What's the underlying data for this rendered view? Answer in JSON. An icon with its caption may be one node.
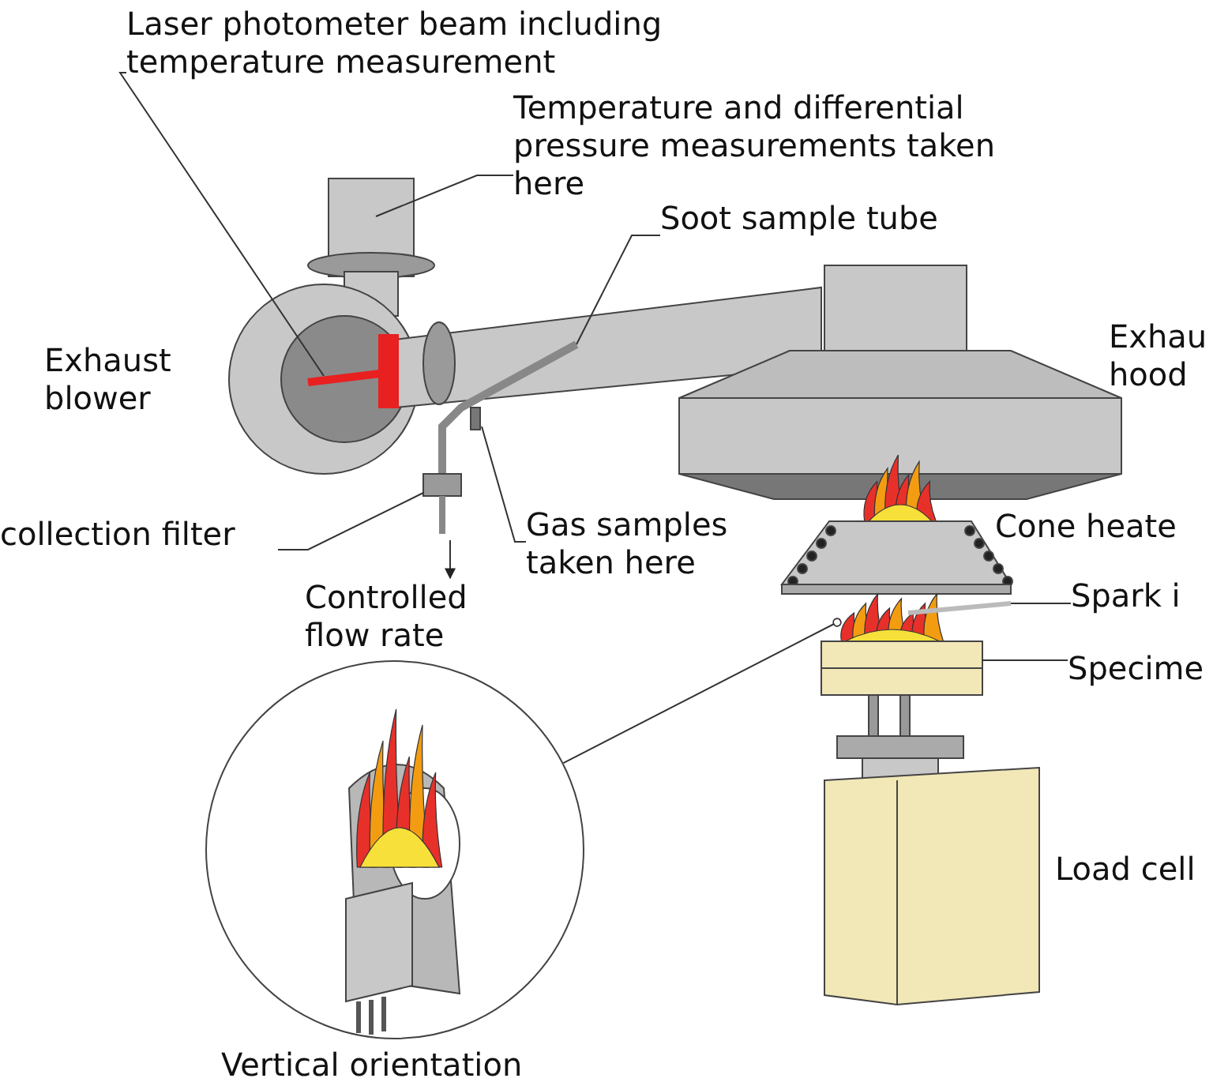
{
  "diagram": {
    "nodes": [
      {
        "text": [
          "Laser photometer beam including temperature measurement"
        ]
      },
      {
        "text": [
          "Temperature and differential pressure measurements taken here"
        ]
      },
      {
        "text": [
          "Soot sample tube"
        ]
      },
      {
        "text": [
          "collection filter"
        ]
      },
      {
        "text": [
          "Gas samples taken here"
        ]
      },
      {
        "text": [
          "Controlled flow rate"
        ]
      },
      {
        "text": [
          "Spark i"
        ]
      },
      {
        "text": [
          "Specime"
        ]
      },
      {
        "text": [],
        "shape": "circle",
        "beside": [
          "Vertical orientation"
        ]
      }
    ],
    "edges": [
      {
        "from": 0,
        "to": null,
        "arrow": "none"
      },
      {
        "from": 1,
        "to": null,
        "arrow": "none"
      },
      {
        "from": 2,
        "to": null,
        "arrow": "none"
      },
      {
        "from": 3,
        "to": null,
        "arrow": "none"
      },
      {
        "from": 4,
        "to": null,
        "arrow": "none"
      },
      {
        "from": null,
        "to": 5,
        "arrow": "to"
      },
      {
        "from": 6,
        "to": null,
        "arrow": "none"
      },
      {
        "from": 7,
        "to": null,
        "arrow": "none"
      },
      {
        "from": 8,
        "to": null,
        "arrow": "other"
      }
    ],
    "labels": [
      "Exhaust blower",
      "Exhau hood",
      "Cone heate",
      "Load cell"
    ]
  }
}
